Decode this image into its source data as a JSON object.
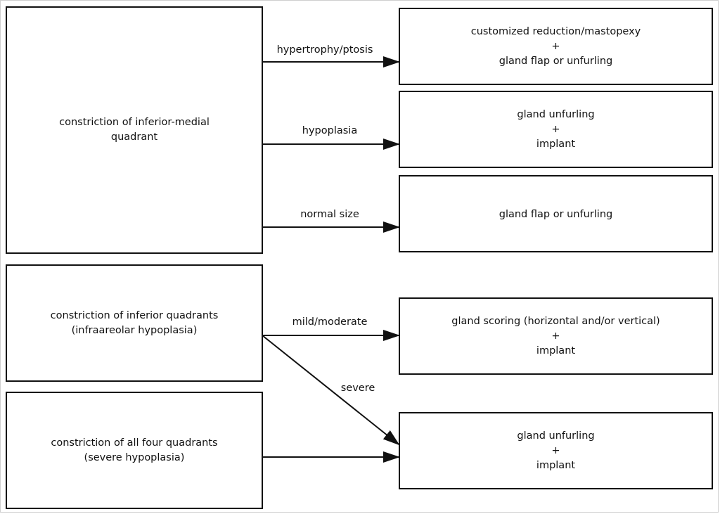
{
  "sources": [
    {
      "id": "inferior-medial",
      "lines": [
        "constriction of inferior-medial",
        "quadrant"
      ]
    },
    {
      "id": "inferior-quadrants",
      "lines": [
        "constriction of inferior quadrants",
        "(infraareolar hypoplasia)"
      ]
    },
    {
      "id": "all-four",
      "lines": [
        "constriction of all four quadrants",
        "(severe hypoplasia)"
      ]
    }
  ],
  "targets": [
    {
      "id": "reduction",
      "lines": [
        "customized reduction/mastopexy",
        "+",
        "gland flap or unfurling"
      ]
    },
    {
      "id": "unfurling-implant-1",
      "lines": [
        "gland unfurling",
        "+",
        "implant"
      ]
    },
    {
      "id": "flap",
      "lines": [
        "gland flap or unfurling"
      ]
    },
    {
      "id": "scoring",
      "lines": [
        "gland scoring (horizontal and/or vertical)",
        "+",
        "implant"
      ]
    },
    {
      "id": "unfurling-implant-2",
      "lines": [
        "gland unfurling",
        "+",
        "implant"
      ]
    }
  ],
  "edges": [
    {
      "from": "inferior-medial",
      "to": "reduction",
      "label": "hypertrophy/ptosis"
    },
    {
      "from": "inferior-medial",
      "to": "unfurling-implant-1",
      "label": "hypoplasia"
    },
    {
      "from": "inferior-medial",
      "to": "flap",
      "label": "normal size"
    },
    {
      "from": "inferior-quadrants",
      "to": "scoring",
      "label": "mild/moderate"
    },
    {
      "from": "inferior-quadrants",
      "to": "unfurling-implant-2",
      "label": "severe"
    },
    {
      "from": "all-four",
      "to": "unfurling-implant-2",
      "label": ""
    }
  ]
}
